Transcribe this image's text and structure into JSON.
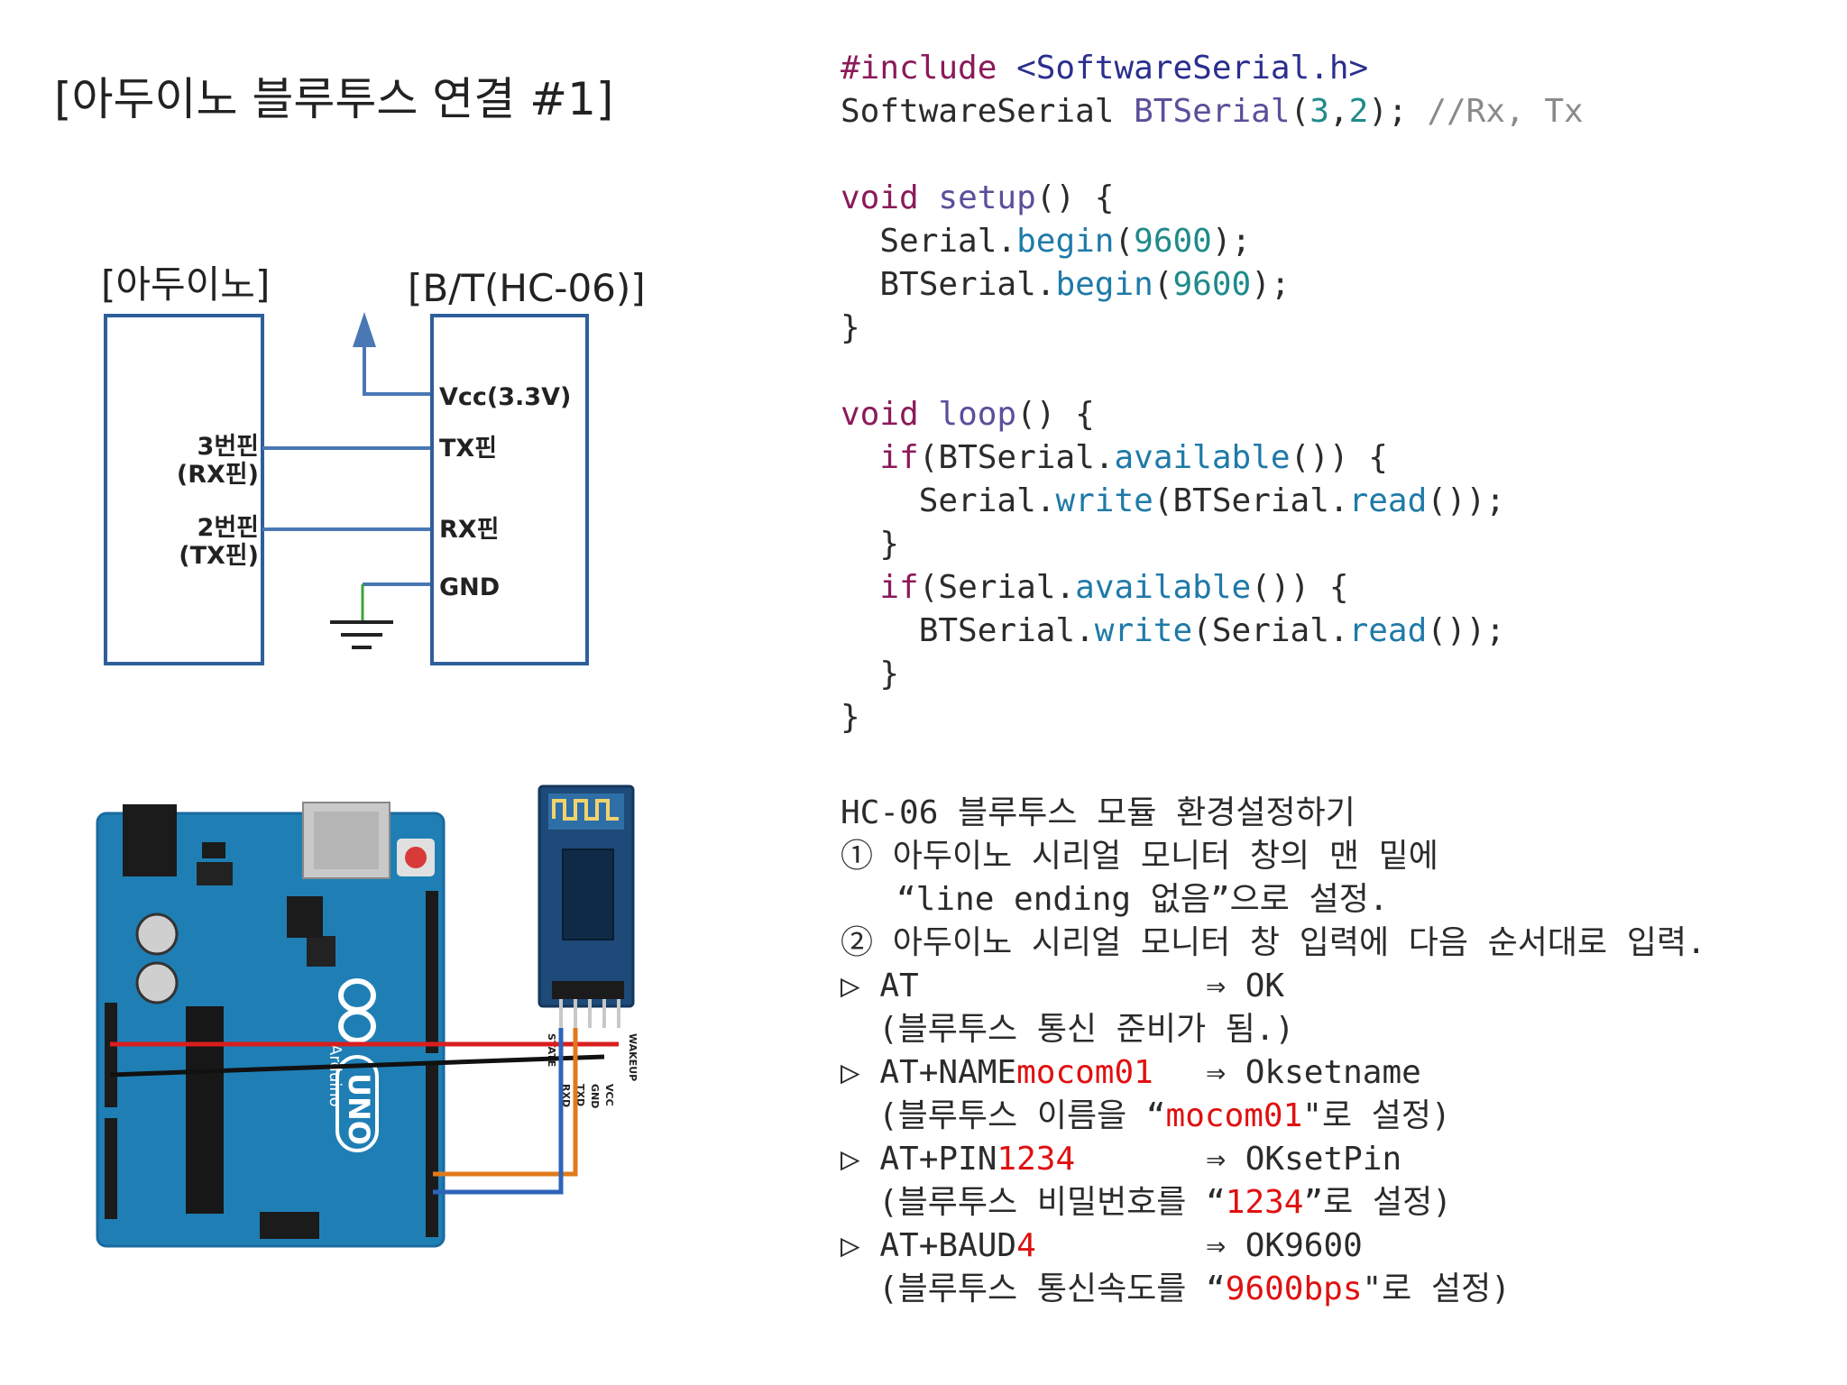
{
  "title": "[아두이노 블루투스 연결 #1]",
  "wiring": {
    "arduino_label": "[아두이노]",
    "bt_label": "[B/T(HC-06)]",
    "pin3": "3번핀",
    "pin3_sub": "(RX핀)",
    "pin2": "2번핀",
    "pin2_sub": "(TX핀)",
    "vcc": "Vcc(3.3V)",
    "tx": "TX핀",
    "rx": "RX핀",
    "gnd": "GND",
    "line_color": "#4a78b4",
    "gnd_wire_color": "#3aa53a"
  },
  "board": {
    "uno_text": "UNO",
    "brand": "Arduino",
    "hc_pins": [
      "STATE",
      "RXD",
      "TXD",
      "GND",
      "VCC",
      "WAKEUP"
    ],
    "board_color": "#1f7fb5",
    "wire_colors": {
      "vcc": "#d81e1e",
      "gnd": "#111111",
      "rx": "#e07a1a",
      "tx": "#2e64b8"
    }
  },
  "code": {
    "include_kw": "#include",
    "include_file": "<SoftwareSerial.h>",
    "ser_type": "SoftwareSerial",
    "ser_name": "BTSerial",
    "ser_open": "(",
    "arg1": "3",
    "comma": ",",
    "arg2": "2",
    "ser_close": ");",
    "comment": "//Rx, Tx",
    "void": "void",
    "setup": "setup",
    "parens_brace": "() {",
    "serial": "Serial",
    "btserial": "BTSerial",
    "dot": ".",
    "begin": "begin",
    "baud": "9600",
    "open_paren": "(",
    "close_semi": ");",
    "close_brace": "}",
    "loop": "loop",
    "if_kw": "if",
    "available": "available",
    "avail_close": "()) {",
    "write": "write",
    "read": "read",
    "read_close": "());"
  },
  "config": {
    "heading": "HC-06 블루투스 모듈 환경설정하기",
    "step1_num": "①",
    "step1_a": "아두이노 시리얼 모니터 창의 맨 밑에",
    "step1_b": "“line ending 없음”으로 설정.",
    "step2_num": "②",
    "step2": "아두이노 시리얼 모니터 창 입력에 다음 순서대로 입력.",
    "bullet": "▷",
    "arrow": "⇒",
    "cmds": [
      {
        "cmd": "AT",
        "param": "",
        "resp": "OK",
        "desc_a": "(블루투스 통신 준비가 됨.)",
        "desc_hl": "",
        "desc_b": ""
      },
      {
        "cmd": "AT+NAME",
        "param": "mocom01",
        "resp": "Oksetname",
        "desc_a": "(블루투스 이름을 “",
        "desc_hl": "mocom01",
        "desc_b": "\"로 설정)"
      },
      {
        "cmd": "AT+PIN",
        "param": "1234",
        "resp": "OKsetPin",
        "desc_a": "(블루투스 비밀번호를 “",
        "desc_hl": "1234",
        "desc_b": "”로 설정)"
      },
      {
        "cmd": "AT+BAUD",
        "param": "4",
        "resp": "OK9600",
        "desc_a": "(블루투스 통신속도를 “",
        "desc_hl": "9600bps",
        "desc_b": "\"로 설정)"
      }
    ]
  }
}
